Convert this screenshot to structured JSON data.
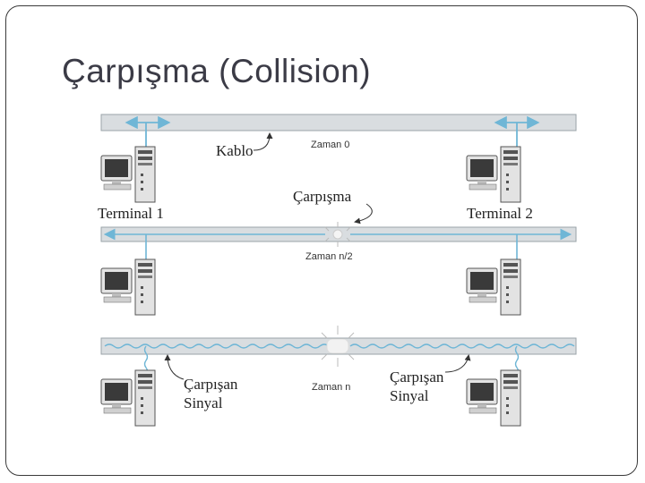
{
  "title": "Çarpışma (Collision)",
  "diagram": {
    "labels": {
      "cable": "Kablo",
      "time_0": "Zaman 0",
      "terminal_1": "Terminal 1",
      "terminal_2": "Terminal 2",
      "collision": "Çarpışma",
      "time_half": "Zaman n/2",
      "colliding_signal_left_1": "Çarpışan",
      "colliding_signal_left_2": "Sinyal",
      "colliding_signal_right_1": "Çarpışan",
      "colliding_signal_right_2": "Sinyal",
      "time_n": "Zaman n"
    },
    "colors": {
      "cable_fill": "#d9dde0",
      "cable_border": "#9aa3a8",
      "signal": "#6fb6d6",
      "computer_body": "#e3e3e3",
      "computer_dark": "#3a3a3a"
    },
    "stages": [
      "time-0",
      "time-half",
      "time-n"
    ]
  }
}
